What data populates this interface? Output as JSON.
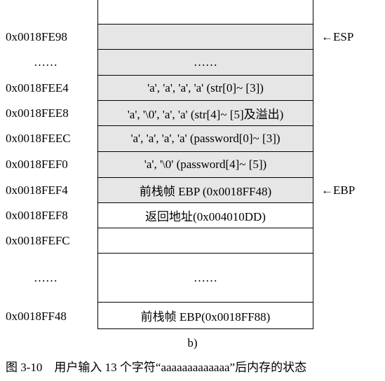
{
  "rows": [
    {
      "addr": "",
      "content": "",
      "gray": false,
      "pointer": ""
    },
    {
      "addr": "0x0018FE98",
      "content": "",
      "gray": true,
      "pointer": "←ESP"
    },
    {
      "addr": "……",
      "content": "……",
      "gray": true,
      "pointer": ""
    },
    {
      "addr": "0x0018FEE4",
      "content": "'a', 'a', 'a', 'a' (str[0]~ [3])",
      "gray": true,
      "pointer": ""
    },
    {
      "addr": "0x0018FEE8",
      "content": "'a', '\\0', 'a', 'a' (str[4]~ [5]及溢出)",
      "gray": true,
      "pointer": ""
    },
    {
      "addr": "0x0018FEEC",
      "content": "'a', 'a', 'a', 'a' (password[0]~ [3])",
      "gray": true,
      "pointer": ""
    },
    {
      "addr": "0x0018FEF0",
      "content": "'a', '\\0' (password[4]~ [5])",
      "gray": true,
      "pointer": ""
    },
    {
      "addr": "0x0018FEF4",
      "content": "前栈帧 EBP (0x0018FF48)",
      "gray": true,
      "pointer": "←EBP"
    },
    {
      "addr": "0x0018FEF8",
      "content": "返回地址(0x004010DD)",
      "gray": false,
      "pointer": ""
    },
    {
      "addr": "0x0018FEFC",
      "content": "",
      "gray": false,
      "pointer": ""
    },
    {
      "addr": "……",
      "content": "……",
      "gray": false,
      "pointer": ""
    },
    {
      "addr": "0x0018FF48",
      "content": "前栈帧 EBP(0x0018FF88)",
      "gray": false,
      "pointer": ""
    }
  ],
  "subcaption": "b)",
  "caption": "图 3-10　用户输入 13 个字符“aaaaaaaaaaaaa”后内存的状态"
}
